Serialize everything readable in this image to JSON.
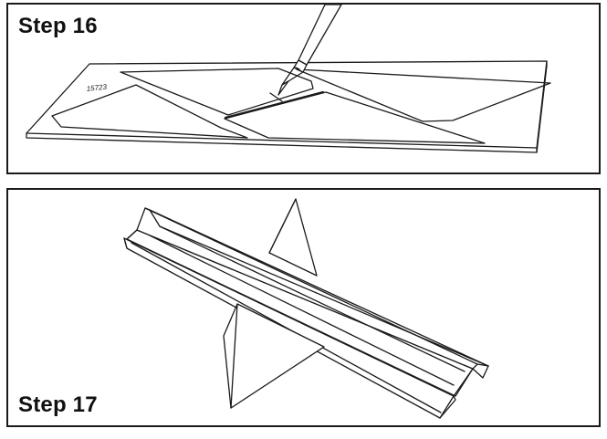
{
  "steps": [
    {
      "label": "Step 16",
      "part_number": "15723"
    },
    {
      "label": "Step 17"
    }
  ],
  "colors": {
    "stroke": "#1a1a1a",
    "background": "#ffffff"
  }
}
